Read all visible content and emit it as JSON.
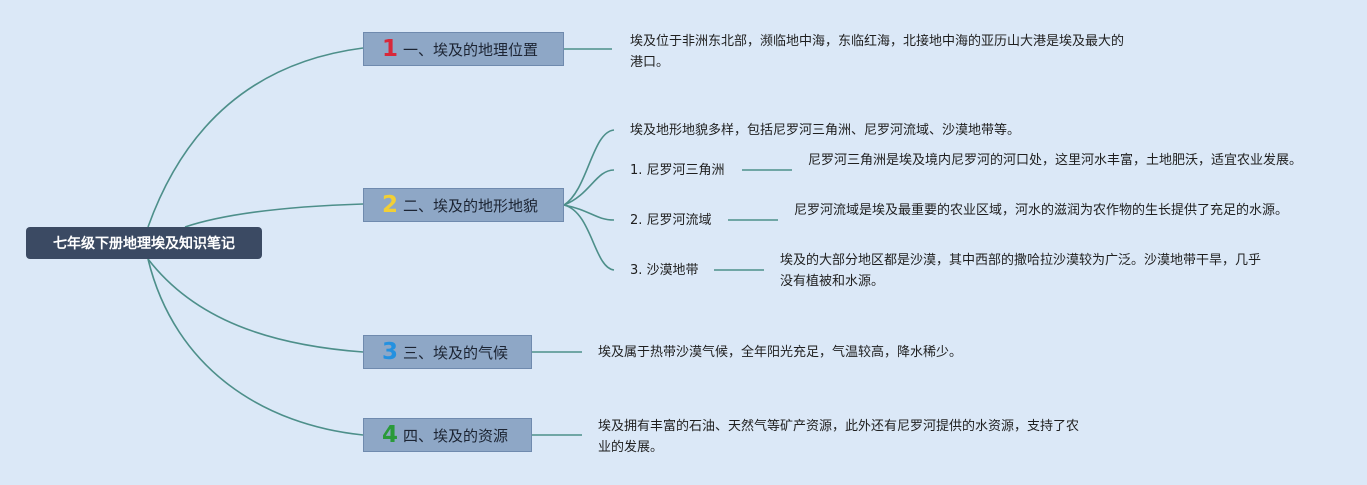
{
  "root": {
    "title": "七年级下册地理埃及知识笔记"
  },
  "branches": [
    {
      "number": "1",
      "label": "一、埃及的地理位置",
      "number_color": "#d8283a",
      "text": "埃及位于非洲东北部，濒临地中海，东临红海，北接地中海的亚历山大港是埃及最大的港口。"
    },
    {
      "number": "2",
      "label": "二、埃及的地形地貌",
      "number_color": "#f2cf35",
      "text": "埃及地形地貌多样，包括尼罗河三角洲、尼罗河流域、沙漠地带等。",
      "subtopics": [
        {
          "label": "1. 尼罗河三角洲",
          "text": "尼罗河三角洲是埃及境内尼罗河的河口处，这里河水丰富，土地肥沃，适宜农业发展。"
        },
        {
          "label": "2. 尼罗河流域",
          "text": "尼罗河流域是埃及最重要的农业区域，河水的滋润为农作物的生长提供了充足的水源。"
        },
        {
          "label": "3. 沙漠地带",
          "text": "埃及的大部分地区都是沙漠，其中西部的撒哈拉沙漠较为广泛。沙漠地带干旱，几乎没有植被和水源。"
        }
      ]
    },
    {
      "number": "3",
      "label": "三、埃及的气候",
      "number_color": "#2491e0",
      "text": "埃及属于热带沙漠气候，全年阳光充足，气温较高，降水稀少。"
    },
    {
      "number": "4",
      "label": "四、埃及的资源",
      "number_color": "#2a9a3a",
      "text": "埃及拥有丰富的石油、天然气等矿产资源，此外还有尼罗河提供的水资源，支持了农业的发展。"
    }
  ],
  "colors": {
    "background": "#dbe8f7",
    "connector": "#4d8f8a",
    "root_fill": "#3b4a63",
    "branch_fill": "#8ea7c6"
  }
}
